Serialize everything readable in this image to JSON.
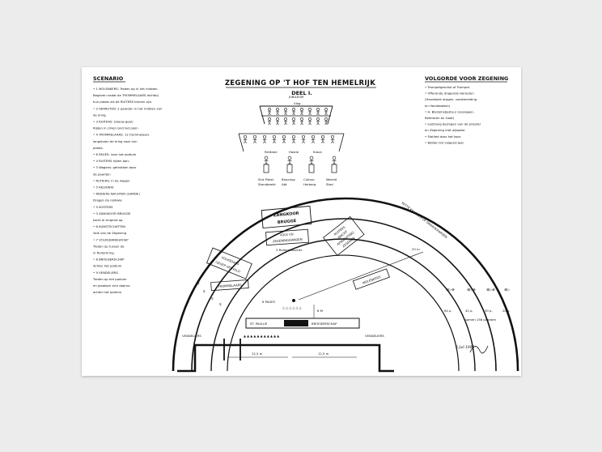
{
  "title": "ZEGENING OP 'T HOF TEN HEMELRIJK",
  "subtitle": "DEEL I.",
  "left_heading": "SCENARIO",
  "right_heading": "VOLGORDE VOOR ZEGENING",
  "scenario": [
    "• 1 MOLENKERS: Treden op in het midden.",
    "Begeven nadat de TROMMELAARS dichtbij",
    "hun plaats als de RUITERS binnen zijn.",
    "• 2 HERAUTEN: 2 paarden in het midden van",
    "de kring.",
    "• 3 RUITERS: (blauw-geel)",
    "Rijden in cirkel rond het plein",
    "• 4 TROMMELAARS: 12 trommelaars",
    "langsheen de kring naar hun",
    "plaats.",
    "• 6 PAGES: voor het podium",
    "• 4 RUITERS rijden aan:",
    "• 3 Wagens: getrokken door",
    "de paarden",
    "• RUITERS: in de wagen",
    "• 5 RELIKWIE:",
    "• RIDDERS NACHTEN (GARDE)",
    "Dragen de relikwie",
    "• 5 KOSTERS",
    "• 3 ZANGKOOR BRUGGE",
    "komt al zingend op.",
    "• 6 KUNSTSCHATTEN",
    "Volk van de Zegening",
    "• 7 VOLKSDANSGROEP",
    "Treden op tussen de",
    "in Ruiterkring.",
    "• 8 BROEDERSCHAP",
    "Achter het podium",
    "• 9 VENDELIERS",
    "Treden op het podium",
    "en plaatsen zich daarna",
    "achter het podium"
  ],
  "volgorde": [
    "• Trompetgeschal of Trompet",
    "• Offerande dragende Herauten",
    "(Handdoek dragen, voorbereiding",
    "en Handdoeken)",
    "• H. Bisdomsbestuur (voorgaan,",
    "Refereren en Gaat)",
    "• Loofzang bezingen van de priester",
    "en Zegening met wijwater",
    "• Slotlied door het koor.",
    "• Bidden tot volgend Jaar."
  ],
  "labels": {
    "jubileum": "JUBILEUM",
    "wagens_top": "Vlag",
    "relikwie": [
      "Relikwie",
      "Hostie",
      "Kroon"
    ],
    "figures": [
      "Sint Pieter",
      "Bisschop",
      "Cultuur",
      "Wereld"
    ],
    "figure_sub": [
      "Standbeeld",
      "Abt",
      "Herberg",
      "Stad"
    ],
    "witte_kaarsen": "WITTE KAARSEN OF DRAAGKAARSEN",
    "zangkoor": [
      "ZANGKOOR",
      "BRUGGE"
    ],
    "volk": [
      "VOLK VD.",
      "ZEGENINGSWAGEN"
    ],
    "volk_sub": "3 Ruiterskwartier",
    "ruiters_box": [
      "RUITERS",
      "WACHT",
      "AFWACHTING",
      "ZEGENEN"
    ],
    "volksdans": [
      "VOLKSDANS",
      "GROEP HEUVELD"
    ],
    "trommelaars": "TROMMELAARS",
    "molenkers": "MOLENKERS",
    "pages": "6 PAGES",
    "paulus": "ST. PAULUS",
    "broederschap": "BROEDERSCHAP",
    "vendeliers_l": "VENDELIERS",
    "vendeliers_r": "VENDELIERS",
    "dim_left": "12,5 m",
    "dim_right": "12,5 m",
    "dim_6m": "6 M",
    "dim_20m": "20 m",
    "rings": [
      "64 p.",
      "42 p.",
      "30 p.",
      "20 p."
    ],
    "rings_note": "samen 156 paarden",
    "signature_date": "6 Juli 1995"
  }
}
